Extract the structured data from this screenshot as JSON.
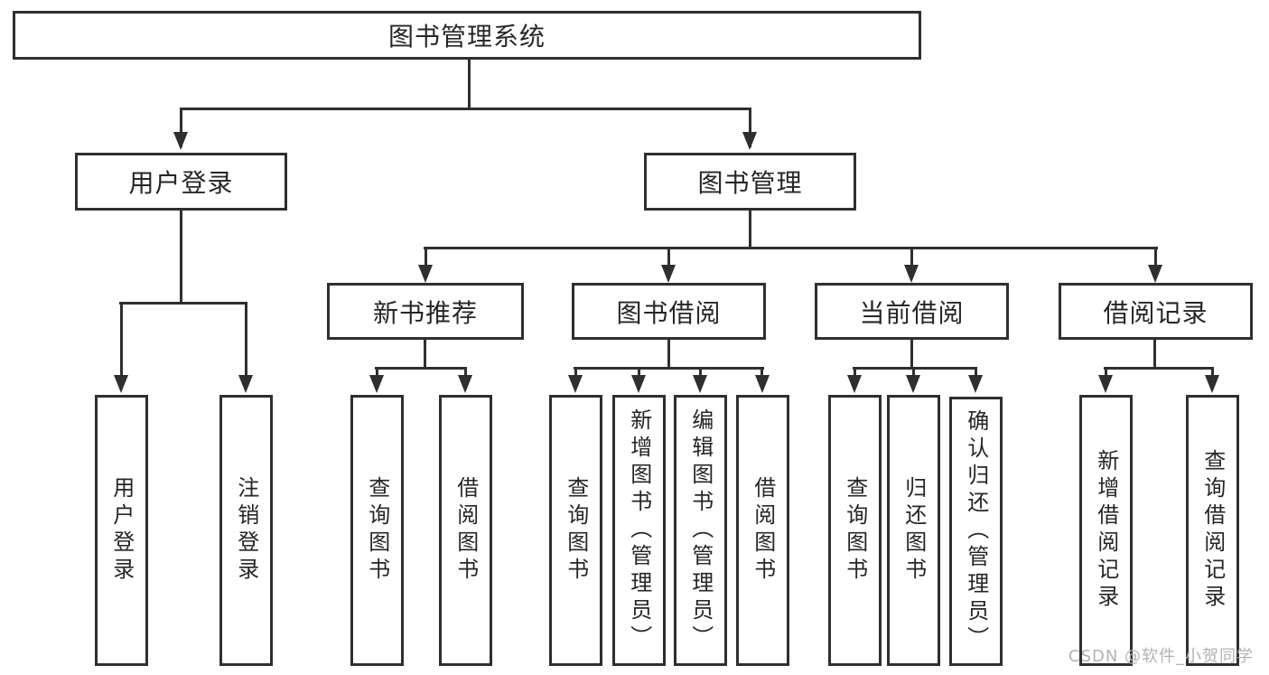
{
  "diagram": {
    "colors": {
      "line": "#2f2f2f",
      "text": "#262626",
      "watermark": "#b3b3b3",
      "background": "#ffffff"
    },
    "nodes": {
      "root": {
        "label": "图书管理系统"
      },
      "user_login": {
        "label": "用户登录"
      },
      "book_management": {
        "label": "图书管理"
      },
      "new_book_recommend": {
        "label": "新书推荐"
      },
      "book_borrowing": {
        "label": "图书借阅"
      },
      "current_borrowing": {
        "label": "当前借阅"
      },
      "borrowing_records": {
        "label": "借阅记录"
      },
      "login_user_login": {
        "label": "用户登录"
      },
      "login_logout": {
        "label": "注销登录"
      },
      "rec_query_books": {
        "label": "查询图书"
      },
      "rec_borrow_books": {
        "label": "借阅图书"
      },
      "bor_query_books": {
        "label": "查询图书"
      },
      "bor_add_books_admin": {
        "label": "新增图书（管理员）"
      },
      "bor_edit_books_admin": {
        "label": "编辑图书（管理员）"
      },
      "bor_borrow_books": {
        "label": "借阅图书"
      },
      "cur_query_books": {
        "label": "查询图书"
      },
      "cur_return_books": {
        "label": "归还图书"
      },
      "cur_confirm_return_admin": {
        "label": "确认归还（管理员）"
      },
      "hist_add_borrow_record": {
        "label": "新增借阅记录"
      },
      "hist_query_borrow_record": {
        "label": "查询借阅记录"
      }
    },
    "structure": {
      "root": [
        "user_login",
        "book_management"
      ],
      "user_login": [
        "login_user_login",
        "login_logout"
      ],
      "book_management": [
        "new_book_recommend",
        "book_borrowing",
        "current_borrowing",
        "borrowing_records"
      ],
      "new_book_recommend": [
        "rec_query_books",
        "rec_borrow_books"
      ],
      "book_borrowing": [
        "bor_query_books",
        "bor_add_books_admin",
        "bor_edit_books_admin",
        "bor_borrow_books"
      ],
      "current_borrowing": [
        "cur_query_books",
        "cur_return_books",
        "cur_confirm_return_admin"
      ],
      "borrowing_records": [
        "hist_add_borrow_record",
        "hist_query_borrow_record"
      ]
    },
    "watermark": "CSDN @软件_小贺同学"
  }
}
